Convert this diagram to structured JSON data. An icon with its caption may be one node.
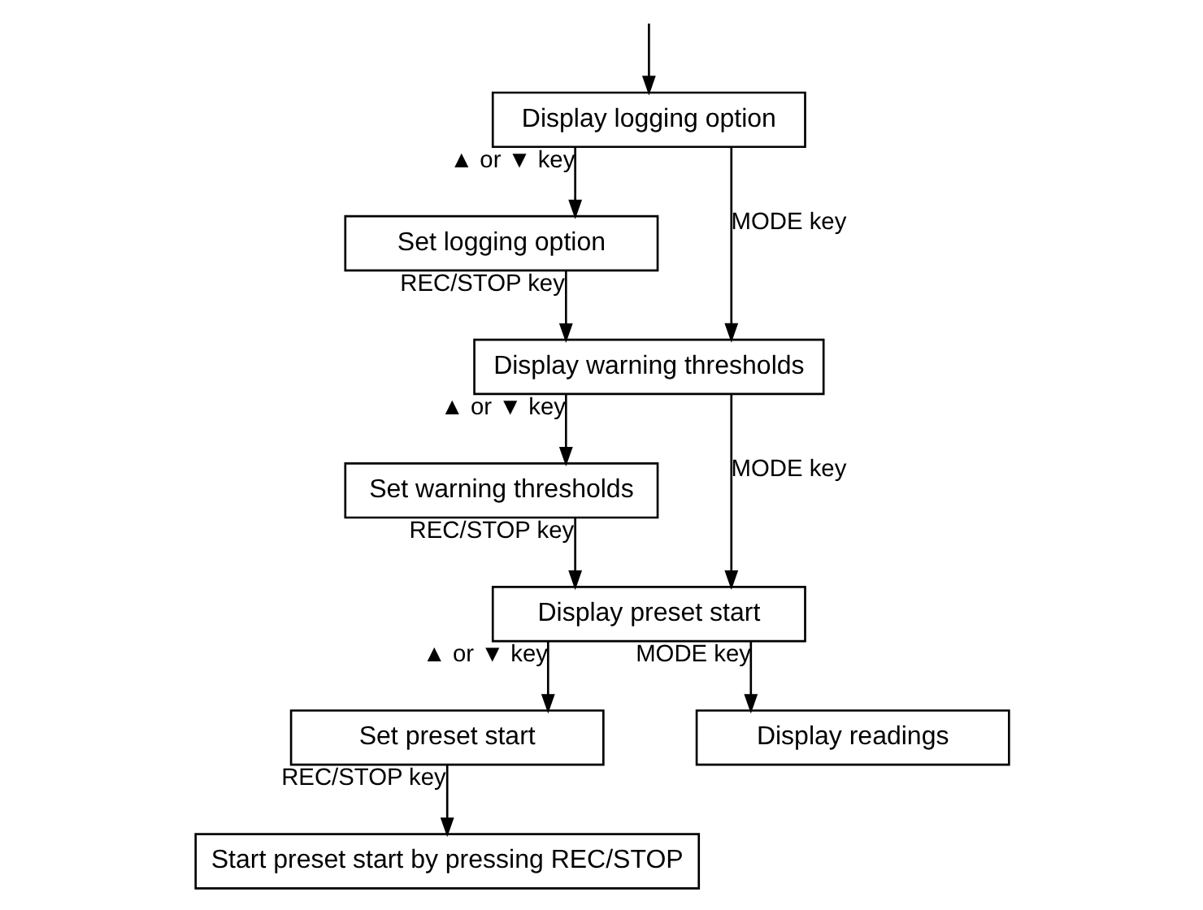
{
  "diagram": {
    "nodes": [
      {
        "text": [
          "Display logging option"
        ]
      },
      {
        "text": [
          "Set logging option"
        ]
      },
      {
        "text": [
          "Display warning thresholds"
        ]
      },
      {
        "text": [
          "Set warning thresholds"
        ]
      },
      {
        "text": [
          "Display preset start"
        ]
      },
      {
        "text": [
          "Set preset start"
        ]
      },
      {
        "text": [
          "Display readings"
        ]
      },
      {
        "text": [
          "Start preset start by pressing REC/STOP"
        ]
      }
    ],
    "edges": [
      {
        "from": null,
        "to": 0,
        "arrow": "to"
      },
      {
        "from": 0,
        "to": 1,
        "arrow": "to",
        "label": "▲ or ▼ key"
      },
      {
        "from": 0,
        "to": 2,
        "arrow": "to",
        "label": "MODE key"
      },
      {
        "from": 1,
        "to": 2,
        "arrow": "to",
        "label": "REC/STOP key"
      },
      {
        "from": 2,
        "to": 3,
        "arrow": "to",
        "label": "▲ or ▼ key"
      },
      {
        "from": 2,
        "to": 4,
        "arrow": "to",
        "label": "MODE key"
      },
      {
        "from": 3,
        "to": 4,
        "arrow": "to",
        "label": "REC/STOP key"
      },
      {
        "from": 4,
        "to": 5,
        "arrow": "to",
        "label": "▲ or ▼ key"
      },
      {
        "from": 4,
        "to": 6,
        "arrow": "to",
        "label": "MODE key"
      },
      {
        "from": 5,
        "to": 7,
        "arrow": "to",
        "label": "REC/STOP key"
      }
    ]
  }
}
